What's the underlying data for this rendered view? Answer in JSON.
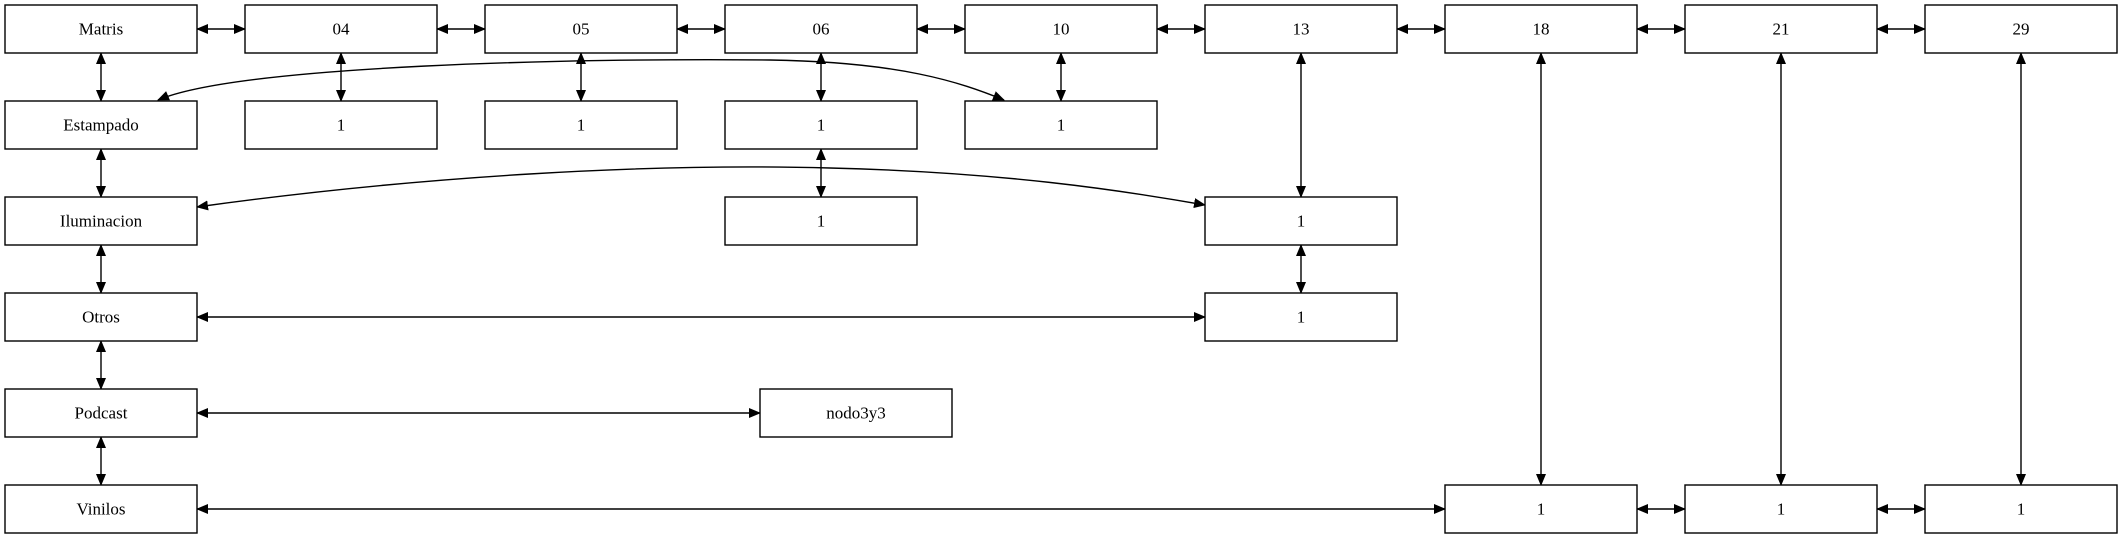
{
  "nodes": {
    "matris": "Matris",
    "estampado": "Estampado",
    "iluminacion": "Iluminacion",
    "otros": "Otros",
    "podcast": "Podcast",
    "vinilos": "Vinilos",
    "col_04": "04",
    "col_05": "05",
    "col_06": "06",
    "col_10": "10",
    "col_13": "13",
    "col_18": "18",
    "col_21": "21",
    "col_29": "29",
    "est_04": "1",
    "est_05": "1",
    "est_06": "1",
    "est_10": "1",
    "ilu_06": "1",
    "ilu_13": "1",
    "otr_13": "1",
    "pod_nodo": "nodo3y3",
    "vin_18": "1",
    "vin_21": "1",
    "vin_29": "1"
  },
  "edges": [
    [
      "matris",
      "col_04"
    ],
    [
      "col_04",
      "col_05"
    ],
    [
      "col_05",
      "col_06"
    ],
    [
      "col_06",
      "col_10"
    ],
    [
      "col_10",
      "col_13"
    ],
    [
      "col_13",
      "col_18"
    ],
    [
      "col_18",
      "col_21"
    ],
    [
      "col_21",
      "col_29"
    ],
    [
      "matris",
      "estampado"
    ],
    [
      "estampado",
      "iluminacion"
    ],
    [
      "iluminacion",
      "otros"
    ],
    [
      "otros",
      "podcast"
    ],
    [
      "podcast",
      "vinilos"
    ],
    [
      "col_04",
      "est_04"
    ],
    [
      "col_05",
      "est_05"
    ],
    [
      "col_06",
      "est_06"
    ],
    [
      "col_10",
      "est_10"
    ],
    [
      "estampado",
      "est_10"
    ],
    [
      "est_06",
      "ilu_06"
    ],
    [
      "col_13",
      "ilu_13"
    ],
    [
      "iluminacion",
      "ilu_13"
    ],
    [
      "ilu_13",
      "otr_13"
    ],
    [
      "otros",
      "otr_13"
    ],
    [
      "podcast",
      "pod_nodo"
    ],
    [
      "col_18",
      "vin_18"
    ],
    [
      "col_21",
      "vin_21"
    ],
    [
      "col_29",
      "vin_29"
    ],
    [
      "vinilos",
      "vin_18"
    ],
    [
      "vin_18",
      "vin_21"
    ],
    [
      "vin_21",
      "vin_29"
    ]
  ],
  "colors": {
    "stroke": "#000000",
    "fill": "#ffffff",
    "background": "#ffffff"
  }
}
